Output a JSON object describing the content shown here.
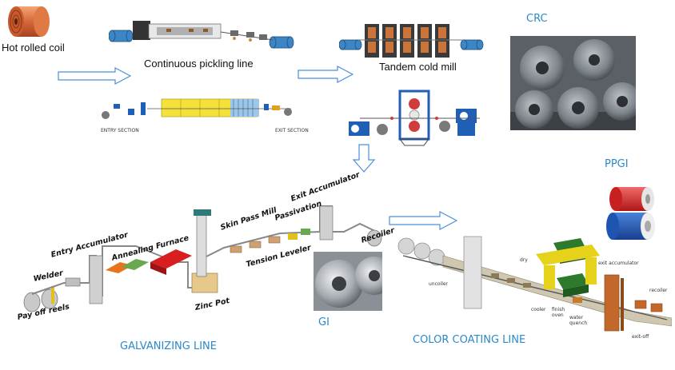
{
  "top_row": {
    "hot_rolled_coil": "Hot rolled coil",
    "continuous_pickling_line": "Continuous pickling line",
    "tandem_cold_mill": "Tandem cold mill",
    "crc": "CRC",
    "pickling_small_left": "ENTRY SECTION",
    "pickling_small_right": "EXIT SECTION"
  },
  "galvanizing": {
    "caption": "GALVANIZING LINE",
    "pay_off_reels": "Pay off reels",
    "welder": "Welder",
    "entry_accumulator": "Entry Accumulator",
    "annealing_furnace": "Annealing Furnace",
    "zinc_pot": "Zinc Pot",
    "skin_pass_mill": "Skin Pass Mill",
    "tension_leveler": "Tension Leveler",
    "passivation": "Passivation",
    "exit_accumulator": "Exit Accumulator",
    "recoiler": "Recoiler"
  },
  "gi": "GI",
  "ppgi": "PPGI",
  "color_coating": {
    "caption": "COLOR COATING LINE",
    "uncoiler": "uncoiler",
    "dry": "dry",
    "cooler": "cooler",
    "finish_oven": "finish oven",
    "water_quench": "water quench",
    "exit_accumulator": "exit accumulator",
    "recoiler": "recoiler",
    "exit_off": "exit-off"
  },
  "colors": {
    "caption_blue": "#2a8ac9",
    "arrow_outline": "#4a90d9",
    "furnace_red": "#d81e1e",
    "coating_green": "#2d7a2d",
    "coating_yellow": "#e6d21a"
  }
}
